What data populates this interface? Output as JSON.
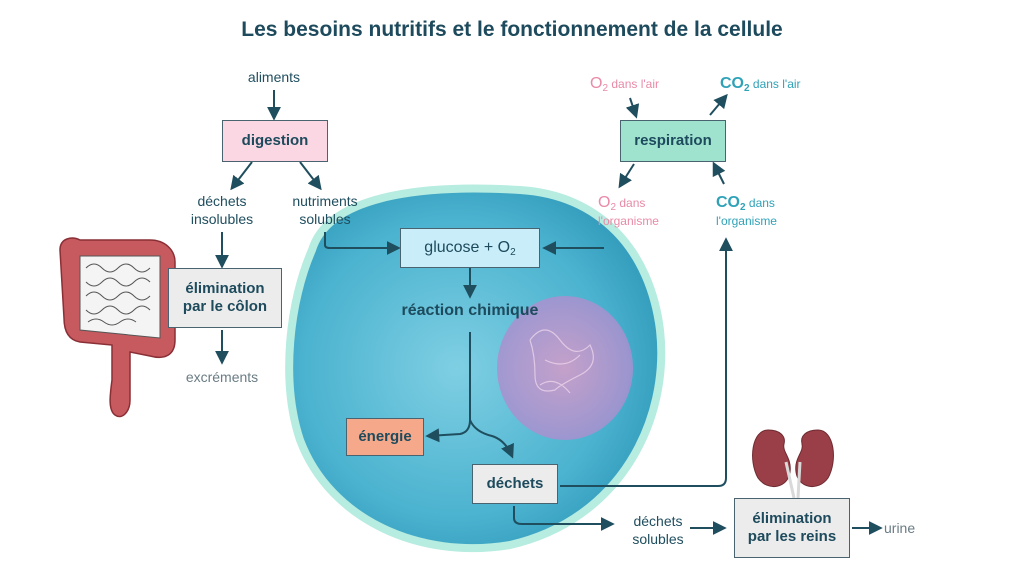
{
  "title": "Les besoins nutritifs et le fonctionnement de la cellule",
  "nodes": {
    "aliments": "aliments",
    "digestion": "digestion",
    "dechets_insolubles": [
      "déchets",
      "insolubles"
    ],
    "nutriments_solubles": [
      "nutriments",
      "solubles"
    ],
    "elimination_colon": [
      "élimination",
      "par le côlon"
    ],
    "excrements": "excréments",
    "glucose": {
      "text": "glucose + O",
      "sub": "2"
    },
    "reaction": "réaction chimique",
    "energie": "énergie",
    "dechets": "déchets",
    "dechets_solubles": [
      "déchets",
      "solubles"
    ],
    "elimination_reins": [
      "élimination",
      "par les reins"
    ],
    "urine": "urine",
    "respiration": "respiration",
    "o2_air": {
      "pre": "O",
      "sub": "2",
      "post": " dans l'air"
    },
    "co2_air": {
      "pre": "CO",
      "sub": "2",
      "post": " dans l'air"
    },
    "o2_org": {
      "pre": "O",
      "sub": "2",
      "post": " dans",
      "line2": "l'organisme"
    },
    "co2_org": {
      "pre": "CO",
      "sub": "2",
      "post": " dans",
      "line2": "l'organisme"
    }
  },
  "colors": {
    "arrow": "#1f4e5f",
    "digestion_fill": "#fbd6e3",
    "respiration_fill": "#9fe3cf",
    "glucose_fill": "#c9eef9",
    "energie_fill": "#f6a98a",
    "grey_fill": "#ececec",
    "cell_fill": "#4ab2cf",
    "cell_border": "#a8e6da",
    "nucleus_fill": "#c58fc4",
    "organ_red": "#a8474e"
  }
}
